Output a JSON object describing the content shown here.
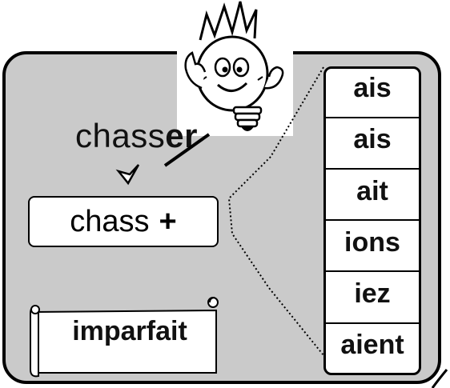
{
  "verb": {
    "stem": "chass",
    "ending": "er"
  },
  "stem_box": {
    "stem": "chass",
    "plus": "+"
  },
  "tense_label": "imparfait",
  "endings": [
    "ais",
    "ais",
    "ait",
    "ions",
    "iez",
    "aient"
  ]
}
